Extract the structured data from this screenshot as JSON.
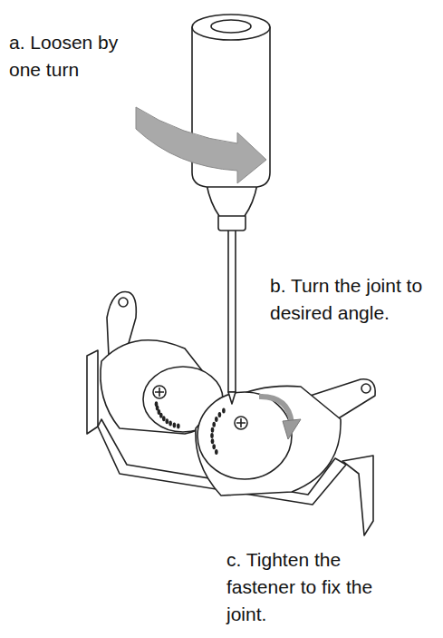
{
  "diagram": {
    "labels": [
      "a. Loosen by one turn",
      "b. Turn the joint to desired angle.",
      "c. Tighten the fastener to fix the joint."
    ]
  }
}
